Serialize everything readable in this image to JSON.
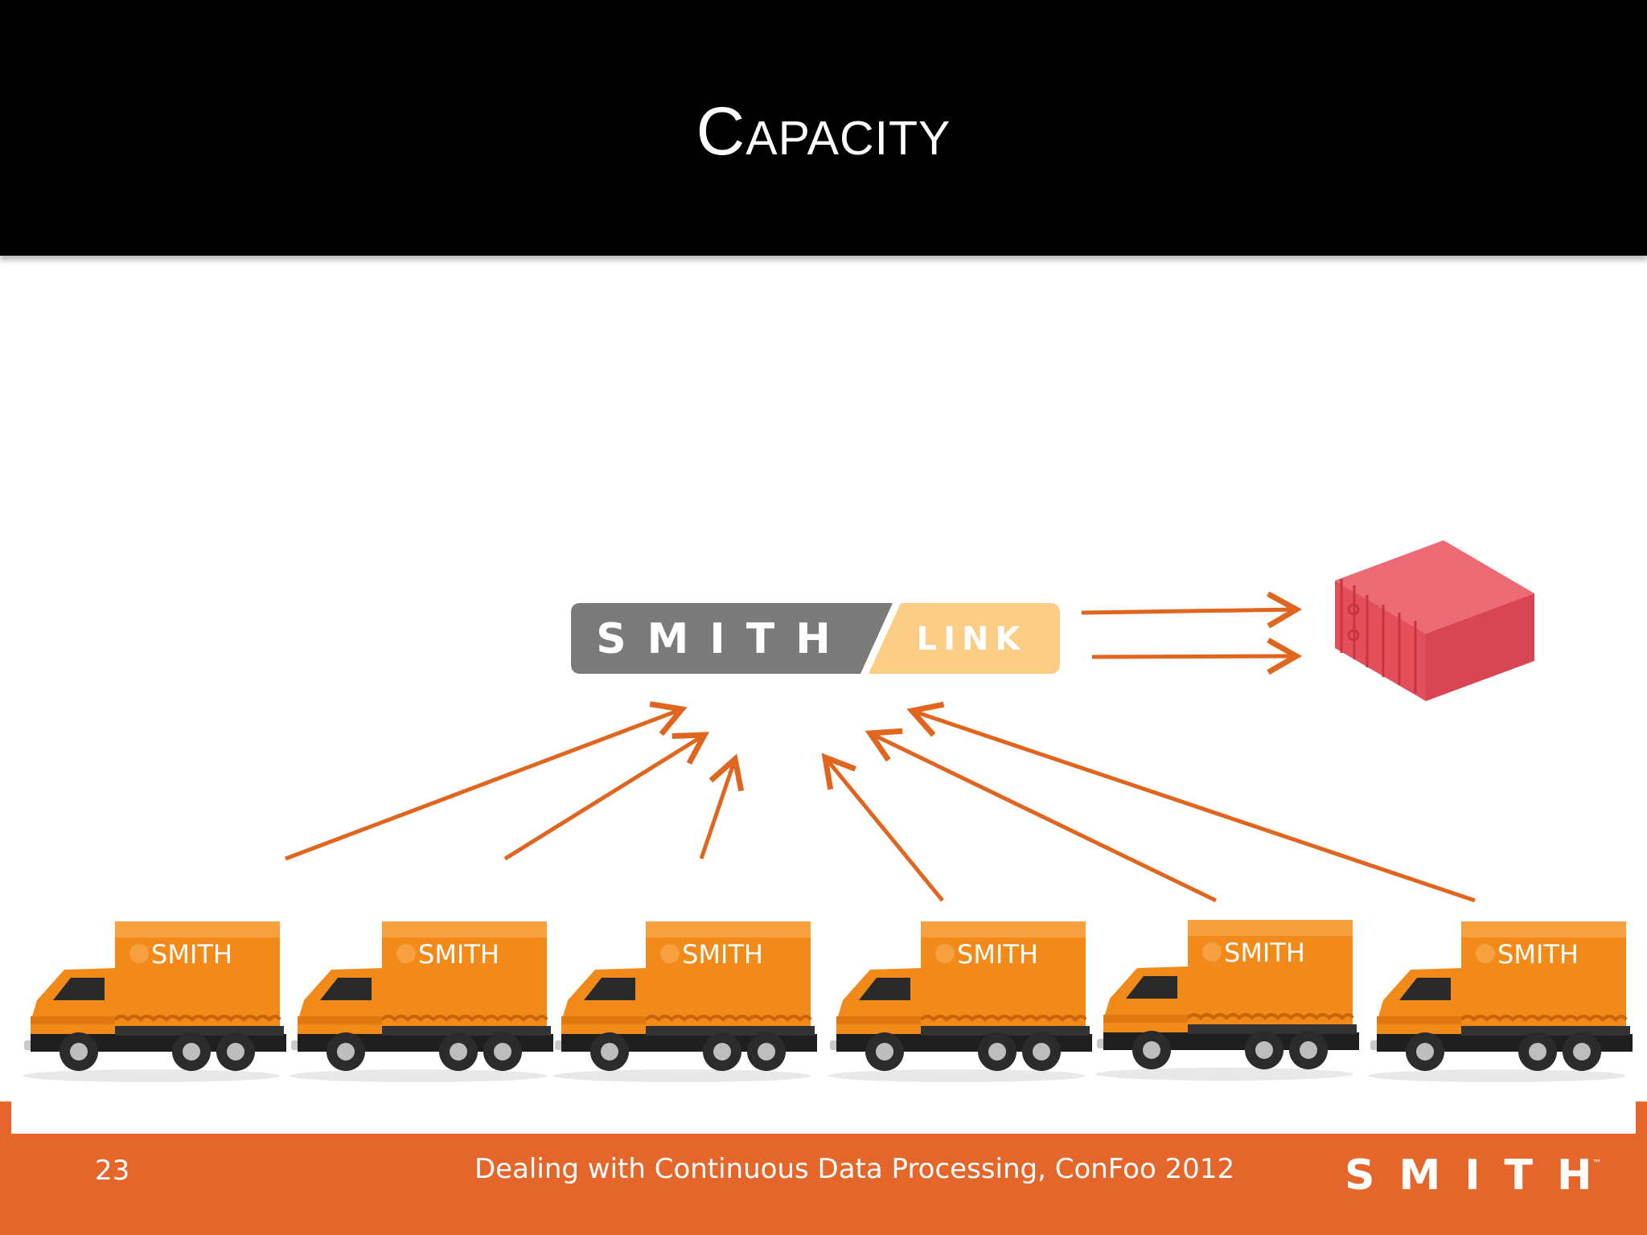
{
  "slide": {
    "title": "Capacity",
    "number": "23",
    "footer_caption": "Dealing with Continuous Data Processing, ConFoo 2012",
    "footer_logo": "SMITH",
    "footer_tm": "™"
  },
  "diagram": {
    "link_logo": {
      "left_text": "SMITH",
      "right_text": "LINK"
    },
    "server_icon": "server-icon",
    "truck_icon": "delivery-truck-icon",
    "trucks": [
      {
        "label": "SMITH"
      },
      {
        "label": "SMITH"
      },
      {
        "label": "SMITH"
      },
      {
        "label": "SMITH"
      },
      {
        "label": "SMITH"
      },
      {
        "label": "SMITH"
      }
    ]
  },
  "colors": {
    "header_bg": "#000000",
    "footer_bg": "#e4662a",
    "arrow": "#e0661f",
    "truck_body": "#f08a1c",
    "server": "#e85a65",
    "link_dark": "#7b7b7b",
    "link_light": "#fccd85"
  }
}
